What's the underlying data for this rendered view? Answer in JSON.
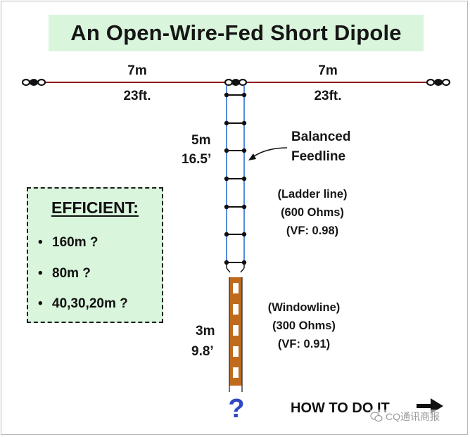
{
  "title": "An Open-Wire-Fed Short Dipole",
  "dipole": {
    "left_length_m": "7m",
    "left_length_ft": "23ft.",
    "right_length_m": "7m",
    "right_length_ft": "23ft."
  },
  "ladder_section": {
    "length_m": "5m",
    "length_ft": "16.5’",
    "callout_line1": "Balanced",
    "callout_line2": "Feedline",
    "type": "(Ladder line)",
    "impedance": "(600 Ohms)",
    "vf": "(VF: 0.98)"
  },
  "window_section": {
    "length_m": "3m",
    "length_ft": "9.8’",
    "type": "(Windowline)",
    "impedance": "(300 Ohms)",
    "vf": "(VF: 0.91)"
  },
  "efficient_box": {
    "heading": "EFFICIENT:",
    "items": [
      "160m ?",
      "80m ?",
      "40,30,20m ?"
    ]
  },
  "question_mark": "?",
  "how_to": "HOW TO DO IT",
  "watermark": "CQ通讯商报",
  "colors": {
    "background": "#ffffff",
    "title_fill": "#d9f5dc",
    "antenna_wire": "#8b1a1a",
    "ladder_wire": "#2e6fd1",
    "window_line": "#c06a1e",
    "question_mark": "#2e47c6"
  },
  "icons": [
    "end-insulator-icon",
    "center-insulator-icon",
    "arrow-right-icon",
    "wechat-icon"
  ]
}
